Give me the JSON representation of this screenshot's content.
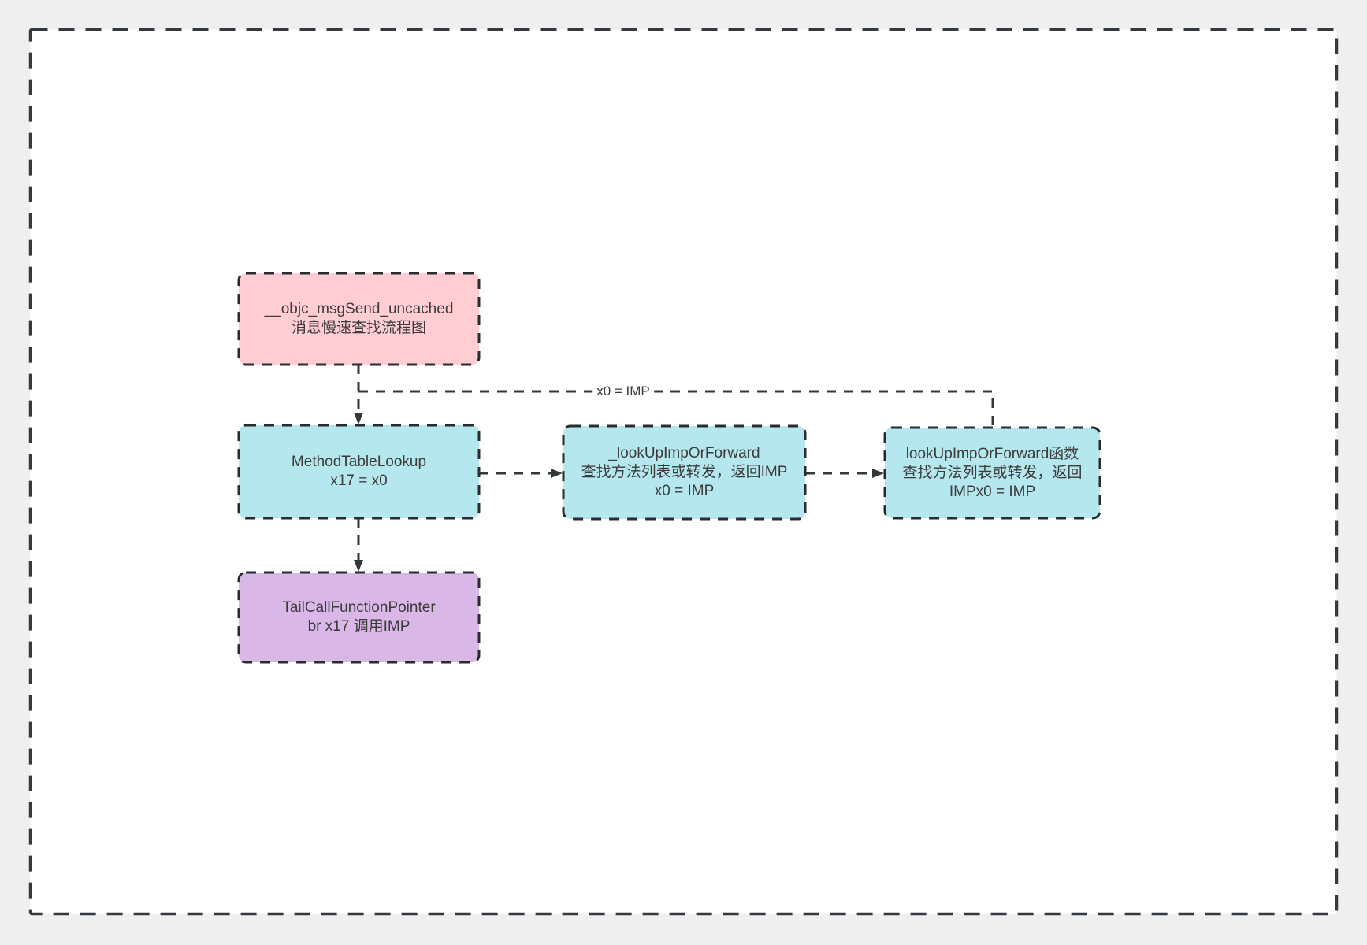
{
  "page": {
    "background": "#efefef"
  },
  "canvas": {
    "background": "#ffffff",
    "border_color": "#353a40"
  },
  "edges": {
    "stroke": "#33383b",
    "return_label": "x0 = IMP"
  },
  "nodes": {
    "entry": {
      "fill": "#ffcdd2",
      "lines": [
        "__objc_msgSend_uncached",
        "消息慢速查找流程图"
      ]
    },
    "method_table_lookup": {
      "fill": "#b5e7ee",
      "lines": [
        "MethodTableLookup",
        "x17 = x0"
      ]
    },
    "look_up_imp_or_forward": {
      "fill": "#b5e7ee",
      "lines": [
        "_lookUpImpOrForward",
        "查找方法列表或转发，返回IMP",
        "x0 = IMP"
      ]
    },
    "look_up_imp_or_forward_fn": {
      "fill": "#b5e7ee",
      "lines": [
        "lookUpImpOrForward函数",
        "查找方法列表或转发，返回",
        "IMPx0 = IMP"
      ]
    },
    "tail_call_function_pointer": {
      "fill": "#d9b8e8",
      "lines": [
        "TailCallFunctionPointer",
        "br x17 调用IMP"
      ]
    }
  }
}
